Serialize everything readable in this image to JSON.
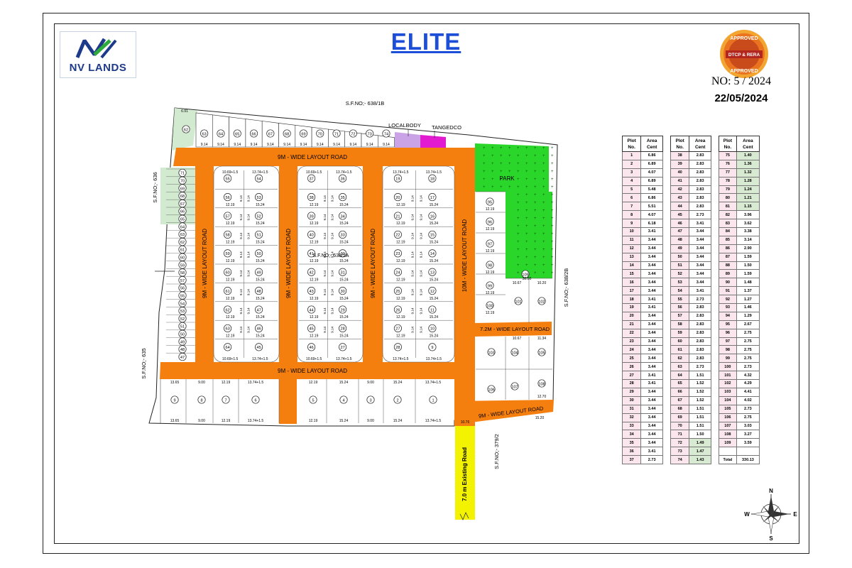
{
  "header": {
    "logo_text": "NV LANDS",
    "title": "ELITE",
    "seal_top": "APPROVED",
    "seal_mid": "DTCP & RERA",
    "seal_bottom": "APPROVED",
    "approval_no": "NO: 5 / 2024",
    "approval_date": "22/05/2024"
  },
  "map": {
    "roads": {
      "top": "9M - WIDE LAYOUT ROAD",
      "bottom": "9M - WIDE LAYOUT ROAD",
      "left": "9M - WIDE LAYOUT ROAD",
      "mid1": "9M - WIDE LAYOUT ROAD",
      "mid2": "9M - WIDE LAYOUT ROAD",
      "right": "10M - WIDE LAYOUT ROAD",
      "mid_right": "7.2M - WIDE LAYOUT ROAD",
      "lower_right": "9M - WIDE LAYOUT ROAD",
      "existing": "7.0 m Existing Road"
    },
    "labels": {
      "sf_top": "S.F.NO;- 638/1B",
      "sf_left_top": "S.F.NO;- 636",
      "sf_left_bottom": "S.F.NO;- 635",
      "sf_center": "S.F.NO;- 638/2A",
      "sf_right": "S.F.NO;- 638/2B",
      "sf_bottom": "S.F.NO;- 379/2",
      "local_body": "LOCALBODY",
      "tangedco": "TANGEDCO",
      "park": "PARK"
    },
    "colors": {
      "road": "#f57f0e",
      "park": "#2bd62b",
      "local_body": "#c9a3e6",
      "tangedco": "#e21bd0",
      "existing_road": "#f3f200",
      "green_plot": "#d2ead0"
    },
    "top_row": [
      {
        "no": "63",
        "w": "9.14"
      },
      {
        "no": "64",
        "w": "9.14"
      },
      {
        "no": "65",
        "w": "9.14"
      },
      {
        "no": "66",
        "w": "9.14"
      },
      {
        "no": "67",
        "w": "9.14"
      },
      {
        "no": "68",
        "w": "9.14"
      },
      {
        "no": "69",
        "w": "9.14"
      },
      {
        "no": "70",
        "w": "9.14"
      },
      {
        "no": "71",
        "w": "9.14"
      },
      {
        "no": "72",
        "w": "9.14"
      },
      {
        "no": "73",
        "w": "9.14"
      },
      {
        "no": "74",
        "w": "9.14"
      }
    ],
    "top_left_plot": {
      "no": "62",
      "w": "6.91"
    },
    "blockA": {
      "left_col": [
        "55",
        "56",
        "57",
        "58",
        "59",
        "60",
        "61",
        "62",
        "63",
        "64"
      ],
      "right_col": [
        "54",
        "53",
        "52",
        "51",
        "50",
        "49",
        "48",
        "47",
        "46",
        "45"
      ],
      "w_left": "12.19",
      "w_right": "15.24",
      "depth": "9.14",
      "dim_top_l": "10.69+1.5",
      "dim_top_r": "13.74+1.5",
      "dim_bot_l": "10.69+1.5",
      "dim_bot_r": "13.74+1.5"
    },
    "blockB": {
      "left_col": [
        "37",
        "38",
        "39",
        "40",
        "41",
        "42",
        "43",
        "44",
        "45",
        "46"
      ],
      "right_col": [
        "36",
        "35",
        "34",
        "33",
        "32",
        "31",
        "30",
        "29",
        "28",
        "27"
      ],
      "w_left": "12.19",
      "w_right": "15.24",
      "depth": "9.14",
      "dim_top_l": "10.69+1.5",
      "dim_top_r": "13.74+1.5",
      "dim_bot_l": "10.69+1.5",
      "dim_bot_r": "13.74+1.5"
    },
    "blockC": {
      "left_col": [
        "19",
        "20",
        "21",
        "22",
        "23",
        "24",
        "25",
        "26",
        "27",
        "28"
      ],
      "right_col": [
        "18",
        "17",
        "16",
        "15",
        "14",
        "13",
        "12",
        "11",
        "10",
        "9"
      ],
      "w_left": "12.19",
      "w_right": "15.24",
      "depth": "9.14",
      "dim_top_l": "13.74+1.5",
      "dim_top_r": "13.74+1.5",
      "dim_bot_l": "13.74+1.5",
      "dim_bot_r": "13.74+1.5"
    },
    "left_strip": [
      "47",
      "48",
      "49",
      "50",
      "51",
      "52",
      "53",
      "54",
      "55",
      "56",
      "57",
      "58",
      "59",
      "60",
      "61",
      "62",
      "63",
      "64",
      "65",
      "66",
      "67",
      "68",
      "69",
      "70",
      "71"
    ],
    "bottom_row": [
      {
        "no": "9",
        "w": "13.65"
      },
      {
        "no": "8",
        "w": "9.00"
      },
      {
        "no": "7",
        "w": "12.19"
      },
      {
        "no": "6",
        "w": "13.74+1.5"
      },
      {
        "no": "5",
        "w": "12.19"
      },
      {
        "no": "4",
        "w": "15.24"
      },
      {
        "no": "3",
        "w": "9.00"
      },
      {
        "no": "2",
        "w": "15.24"
      },
      {
        "no": "1",
        "w": "13.74+1.5"
      }
    ],
    "right_plots": [
      "95",
      "96",
      "97",
      "98",
      "99",
      "100",
      "101",
      "102",
      "103",
      "104",
      "105",
      "106",
      "107",
      "108",
      "109"
    ],
    "right_dims": {
      "a": "12.19",
      "b": "10.67",
      "c": "10.20",
      "d": "11.34",
      "e": "12.70",
      "f": "10.76",
      "g": "15.20",
      "h": "30.00"
    }
  },
  "table": {
    "h_plot": "Plot",
    "h_no": "No.",
    "h_area": "Area",
    "h_cent": "Cent",
    "col1": [
      [
        "1",
        "6.86"
      ],
      [
        "2",
        "6.89"
      ],
      [
        "3",
        "4.07"
      ],
      [
        "4",
        "6.89"
      ],
      [
        "5",
        "5.48"
      ],
      [
        "6",
        "6.86"
      ],
      [
        "7",
        "5.51"
      ],
      [
        "8",
        "4.07"
      ],
      [
        "9",
        "6.18"
      ],
      [
        "10",
        "3.41"
      ],
      [
        "11",
        "3.44"
      ],
      [
        "12",
        "3.44"
      ],
      [
        "13",
        "3.44"
      ],
      [
        "14",
        "3.44"
      ],
      [
        "15",
        "3.44"
      ],
      [
        "16",
        "3.44"
      ],
      [
        "17",
        "3.44"
      ],
      [
        "18",
        "3.41"
      ],
      [
        "19",
        "3.41"
      ],
      [
        "20",
        "3.44"
      ],
      [
        "21",
        "3.44"
      ],
      [
        "22",
        "3.44"
      ],
      [
        "23",
        "3.44"
      ],
      [
        "24",
        "3.44"
      ],
      [
        "25",
        "3.44"
      ],
      [
        "26",
        "3.44"
      ],
      [
        "27",
        "3.41"
      ],
      [
        "28",
        "3.41"
      ],
      [
        "29",
        "3.44"
      ],
      [
        "30",
        "3.44"
      ],
      [
        "31",
        "3.44"
      ],
      [
        "32",
        "3.44"
      ],
      [
        "33",
        "3.44"
      ],
      [
        "34",
        "3.44"
      ],
      [
        "35",
        "3.44"
      ],
      [
        "36",
        "3.41"
      ],
      [
        "37",
        "2.73"
      ]
    ],
    "col2": [
      [
        "38",
        "2.83"
      ],
      [
        "39",
        "2.83"
      ],
      [
        "40",
        "2.83"
      ],
      [
        "41",
        "2.83"
      ],
      [
        "42",
        "2.83"
      ],
      [
        "43",
        "2.83"
      ],
      [
        "44",
        "2.83"
      ],
      [
        "45",
        "2.73"
      ],
      [
        "46",
        "3.41"
      ],
      [
        "47",
        "3.44"
      ],
      [
        "48",
        "3.44"
      ],
      [
        "49",
        "3.44"
      ],
      [
        "50",
        "3.44"
      ],
      [
        "51",
        "3.44"
      ],
      [
        "52",
        "3.44"
      ],
      [
        "53",
        "3.44"
      ],
      [
        "54",
        "3.41"
      ],
      [
        "55",
        "2.73"
      ],
      [
        "56",
        "2.83"
      ],
      [
        "57",
        "2.83"
      ],
      [
        "58",
        "2.83"
      ],
      [
        "59",
        "2.83"
      ],
      [
        "60",
        "2.83"
      ],
      [
        "61",
        "2.83"
      ],
      [
        "62",
        "2.83"
      ],
      [
        "63",
        "2.73"
      ],
      [
        "64",
        "1.51"
      ],
      [
        "65",
        "1.52"
      ],
      [
        "66",
        "1.52"
      ],
      [
        "67",
        "1.52"
      ],
      [
        "68",
        "1.51"
      ],
      [
        "69",
        "1.51"
      ],
      [
        "70",
        "1.51"
      ],
      [
        "71",
        "1.50"
      ],
      [
        "72",
        "1.49"
      ],
      [
        "73",
        "1.47"
      ],
      [
        "74",
        "1.43"
      ]
    ],
    "col3": [
      [
        "75",
        "1.40"
      ],
      [
        "76",
        "1.36"
      ],
      [
        "77",
        "1.32"
      ],
      [
        "78",
        "1.28"
      ],
      [
        "79",
        "1.24"
      ],
      [
        "80",
        "1.21"
      ],
      [
        "81",
        "1.15"
      ],
      [
        "82",
        "3.96"
      ],
      [
        "83",
        "3.62"
      ],
      [
        "84",
        "3.38"
      ],
      [
        "85",
        "3.14"
      ],
      [
        "86",
        "2.90"
      ],
      [
        "87",
        "1.59"
      ],
      [
        "88",
        "1.50"
      ],
      [
        "89",
        "1.59"
      ],
      [
        "90",
        "1.48"
      ],
      [
        "91",
        "1.37"
      ],
      [
        "92",
        "1.27"
      ],
      [
        "93",
        "1.46"
      ],
      [
        "94",
        "1.29"
      ],
      [
        "95",
        "2.67"
      ],
      [
        "96",
        "2.75"
      ],
      [
        "97",
        "2.75"
      ],
      [
        "98",
        "2.75"
      ],
      [
        "99",
        "2.75"
      ],
      [
        "100",
        "2.73"
      ],
      [
        "101",
        "4.32"
      ],
      [
        "102",
        "4.29"
      ],
      [
        "103",
        "4.41"
      ],
      [
        "104",
        "4.02"
      ],
      [
        "105",
        "2.73"
      ],
      [
        "106",
        "2.75"
      ],
      [
        "107",
        "3.03"
      ],
      [
        "108",
        "3.27"
      ],
      [
        "109",
        "3.59"
      ],
      [
        "",
        ""
      ],
      [
        "Total",
        "330.13"
      ]
    ]
  },
  "compass": {
    "n": "N",
    "s": "S",
    "e": "E",
    "w": "W"
  }
}
